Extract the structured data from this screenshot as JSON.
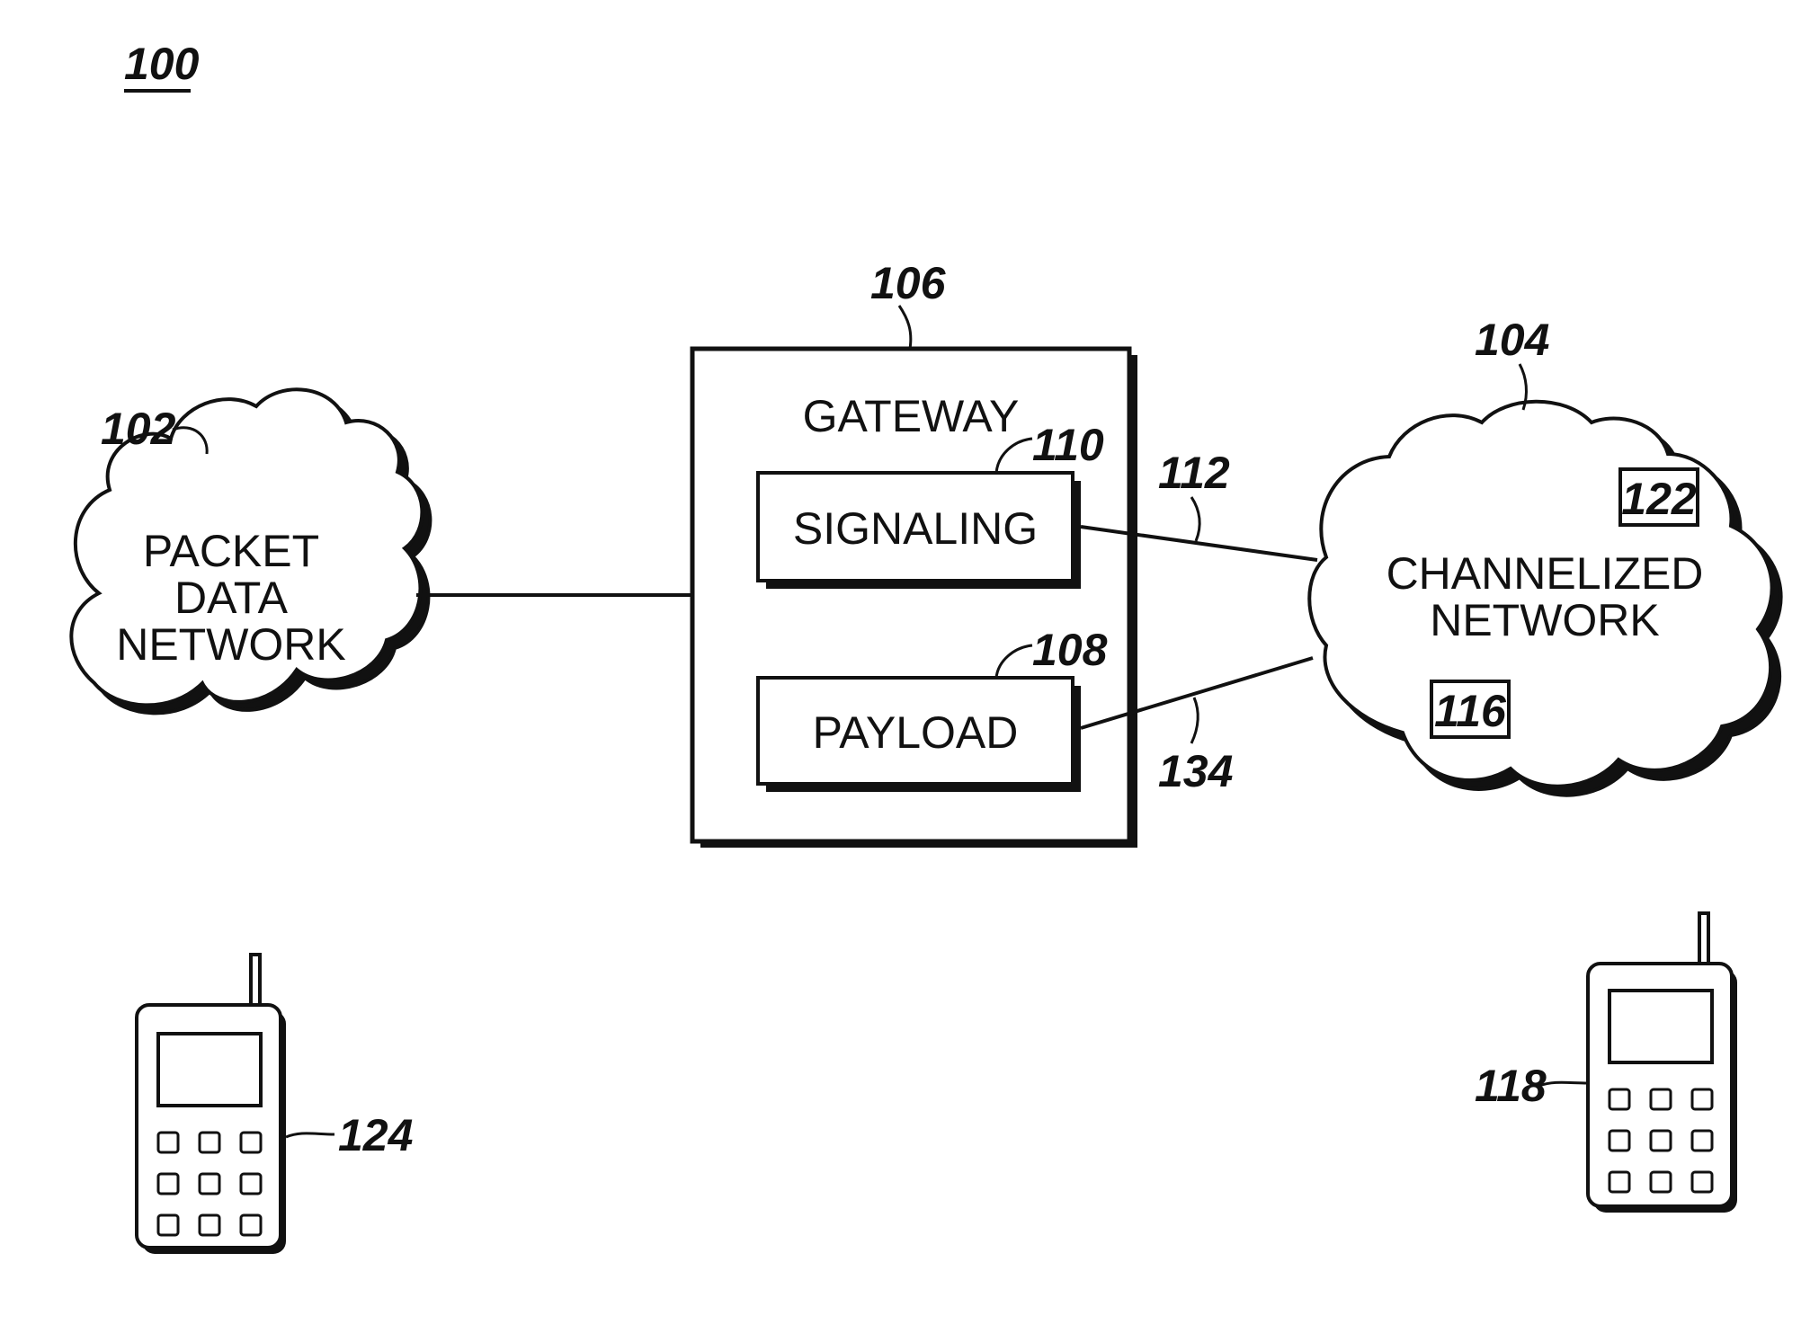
{
  "figure_ref": "100",
  "packet_network": {
    "ref": "102",
    "lines": [
      "PACKET",
      "DATA",
      "NETWORK"
    ]
  },
  "channelized_network": {
    "ref": "104",
    "lines": [
      "CHANNELIZED",
      "NETWORK"
    ],
    "inner_ref_a": "122",
    "inner_ref_b": "116"
  },
  "gateway": {
    "ref": "106",
    "label": "GATEWAY"
  },
  "signaling": {
    "ref": "110",
    "label": "SIGNALING"
  },
  "payload": {
    "ref": "108",
    "label": "PAYLOAD"
  },
  "links": {
    "signaling_link_ref": "112",
    "payload_link_ref": "134"
  },
  "mobile_left": {
    "ref": "124"
  },
  "mobile_right": {
    "ref": "118"
  }
}
